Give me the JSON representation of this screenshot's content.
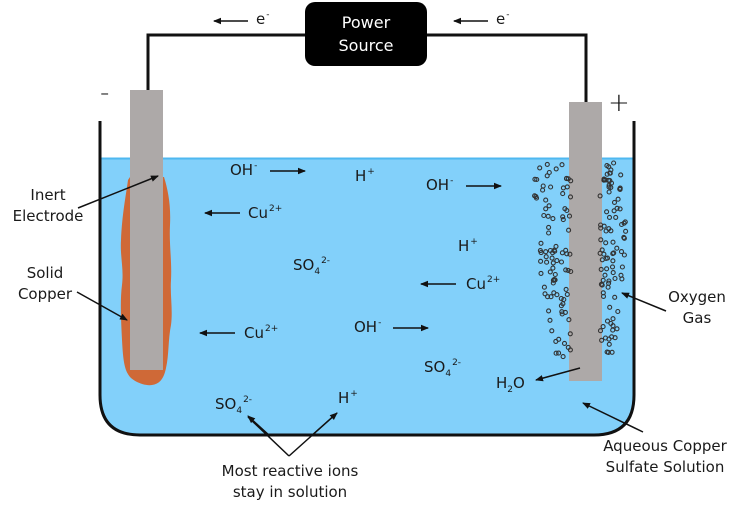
{
  "power_source": {
    "line1": "Power",
    "line2": "Source"
  },
  "electron_flow": {
    "left": "e",
    "right": "e",
    "charge": "-"
  },
  "terminals": {
    "negative": "-",
    "positive": "+"
  },
  "colors": {
    "solution": "#82D0FA",
    "solution_surface": "#4FB8F0",
    "electrode": "#ADA9A8",
    "copper": "#CF6937",
    "wire": "#111111",
    "bubble_stroke": "#333333"
  },
  "ions": [
    {
      "id": "oh-1",
      "base": "OH",
      "sup": "-",
      "sub": "",
      "arrow": "right"
    },
    {
      "id": "h-1",
      "base": "H",
      "sup": "+",
      "sub": "",
      "arrow": ""
    },
    {
      "id": "oh-2",
      "base": "OH",
      "sup": "-",
      "sub": "",
      "arrow": "right"
    },
    {
      "id": "cu-1",
      "base": "Cu",
      "sup": "2+",
      "sub": "",
      "arrow": "left"
    },
    {
      "id": "h-2",
      "base": "H",
      "sup": "+",
      "sub": "",
      "arrow": ""
    },
    {
      "id": "so4-1",
      "base": "SO",
      "sup": "2-",
      "sub": "4",
      "arrow": ""
    },
    {
      "id": "cu-2",
      "base": "Cu",
      "sup": "2+",
      "sub": "",
      "arrow": "left"
    },
    {
      "id": "cu-3",
      "base": "Cu",
      "sup": "2+",
      "sub": "",
      "arrow": "left"
    },
    {
      "id": "oh-3",
      "base": "OH",
      "sup": "-",
      "sub": "",
      "arrow": "right"
    },
    {
      "id": "so4-2",
      "base": "SO",
      "sup": "2-",
      "sub": "4",
      "arrow": ""
    },
    {
      "id": "so4-3",
      "base": "SO",
      "sup": "2-",
      "sub": "4",
      "arrow": ""
    },
    {
      "id": "h-3",
      "base": "H",
      "sup": "+",
      "sub": "",
      "arrow": ""
    },
    {
      "id": "h2o",
      "base": "H",
      "sup": "",
      "sub": "2",
      "tail": "O",
      "arrow": ""
    }
  ],
  "callouts": {
    "inert_electrode": {
      "line1": "Inert",
      "line2": "Electrode"
    },
    "solid_copper": {
      "line1": "Solid",
      "line2": "Copper"
    },
    "oxygen_gas": {
      "line1": "Oxygen",
      "line2": "Gas"
    },
    "aqueous_solution": {
      "line1": "Aqueous Copper",
      "line2": "Sulfate Solution"
    },
    "reactive_ions": {
      "line1": "Most reactive ions",
      "line2": "stay in solution"
    }
  }
}
